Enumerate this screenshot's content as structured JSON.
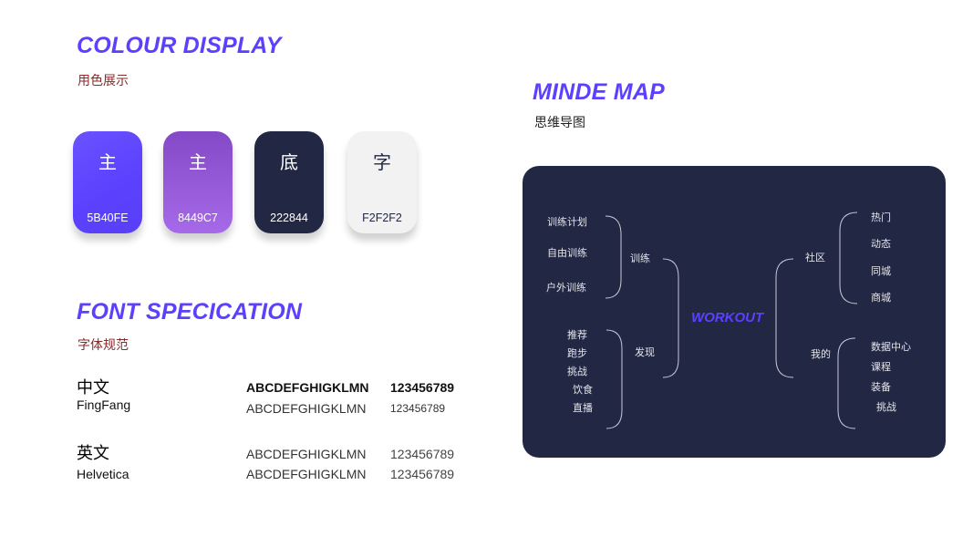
{
  "colour": {
    "title": "COLOUR DISPLAY",
    "subtitle": "用色展示",
    "swatches": [
      {
        "char": "主",
        "hex": "5B40FE"
      },
      {
        "char": "主",
        "hex": "8449C7"
      },
      {
        "char": "底",
        "hex": "222844"
      },
      {
        "char": "字",
        "hex": "F2F2F2"
      }
    ]
  },
  "font": {
    "title": "FONT SPECICATION",
    "subtitle": "字体规范",
    "rows": [
      {
        "name_cn": "中文",
        "name_en": "FingFang",
        "sample1": "ABCDEFGHIGKLMN",
        "num1": "123456789",
        "sample2": "ABCDEFGHIGKLMN",
        "num2": "123456789"
      },
      {
        "name_cn": "英文",
        "name_en": "Helvetica",
        "sample1": "ABCDEFGHIGKLMN",
        "num1": "123456789",
        "sample2": "ABCDEFGHIGKLMN",
        "num2": "123456789"
      }
    ]
  },
  "map": {
    "title": "MINDE MAP",
    "subtitle": "思维导图",
    "center": "WORKOUT",
    "train": {
      "label": "训练",
      "items": [
        "训练计划",
        "自由训练",
        "户外训练"
      ]
    },
    "discover": {
      "label": "发现",
      "items": [
        "推荐",
        "跑步",
        "挑战",
        "饮食",
        "直播"
      ]
    },
    "community": {
      "label": "社区",
      "items": [
        "热门",
        "动态",
        "同城",
        "商城"
      ]
    },
    "mine": {
      "label": "我的",
      "items": [
        "数据中心",
        "课程",
        "装备",
        "挑战"
      ]
    }
  }
}
